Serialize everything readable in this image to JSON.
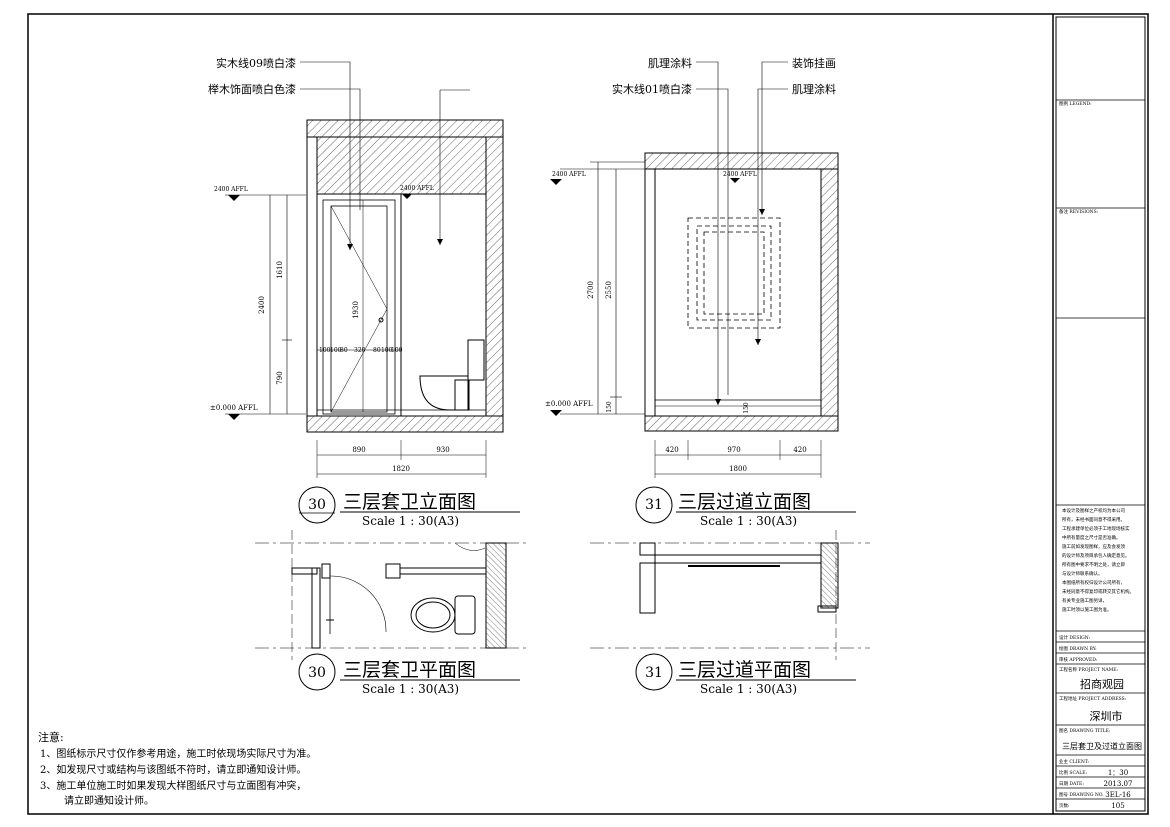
{
  "labels": {
    "m30_l1": "实木线09喷白漆",
    "m30_l2": "榉木饰面喷白色漆",
    "m31_l1": "肌理涂料",
    "m31_l2": "实木线01喷白漆",
    "m31_r1": "装饰挂画",
    "m31_r2": "肌理涂料"
  },
  "dims": {
    "lvl_2400": "2400 AFFL",
    "lvl_0": "±0.000 AFFL",
    "e30_h": [
      "2400",
      "1610",
      "790",
      "1930"
    ],
    "e30_w": [
      "890",
      "930",
      "1820"
    ],
    "e30_door": [
      "100",
      "100",
      "80",
      "320",
      "80",
      "100",
      "100"
    ],
    "e31_h": [
      "2700",
      "2550",
      "150"
    ],
    "e31_w": [
      "420",
      "970",
      "420",
      "1800"
    ],
    "e31_inner": "150"
  },
  "titles": {
    "e30": {
      "num": "30",
      "name": "三层套卫立面图",
      "scale": "Scale 1 : 30(A3)"
    },
    "e31": {
      "num": "31",
      "name": "三层过道立面图",
      "scale": "Scale 1 : 30(A3)"
    },
    "p30": {
      "num": "30",
      "name": "三层套卫平面图",
      "scale": "Scale 1 : 30(A3)"
    },
    "p31": {
      "num": "31",
      "name": "三层过道平面图",
      "scale": "Scale 1 : 30(A3)"
    }
  },
  "notes": {
    "head": "注意:",
    "lines": [
      "1、图纸标示尺寸仅作参考用途，施工时依现场实际尺寸为准。",
      "2、如发现尺寸或结构与该图纸不符时，请立即通知设计师。",
      "3、施工单位施工时如果发现大样图纸尺寸与立面图有冲突，",
      "请立即通知设计师。"
    ]
  },
  "titleblock": {
    "legend": "图例 LEGEND:",
    "revisions": "备注 REVISIONS:",
    "remarks": [
      "本设计及图样之产权均为本公司",
      "所有，未经书面同意不得采用。",
      "工程承建单位必须于工地现场核实",
      "中所有量度之尺寸是否准确。",
      "施工前如发现图样，应及会发须",
      "的设计师及项目承包人确定意见。",
      "所有图中要求不明之处，请立即",
      "与设计师联系确认。",
      "本图纸所有权归设计公司所有，",
      "未经同意不得复印或转交其它机构。",
      "有关专业施工图另详，",
      "施工时须以施工图为准。"
    ],
    "design": "设计 DESIGN:",
    "drawn": "绘图 DRAWN BY:",
    "approved": "审核 APPROVED:",
    "project_name_label": "工程名称 PROJECT NAME:",
    "project_name": "招商观园",
    "project_addr_label": "工程地址 PROJECT ADDRESS:",
    "project_addr": "深圳市",
    "drawing_title_label": "图名 DRAWING TITLE:",
    "drawing_title": "三层套卫及过道立面图",
    "client_label": "业主 CLIENT:",
    "scale_label": "比例 SCALE:",
    "scale": "1：30",
    "date_label": "日期 DATE:",
    "date": "2013.07",
    "drawing_no_label": "图号 DRAWING NO.",
    "drawing_no": "3EL-16",
    "page_label": "页数:",
    "page": "105"
  }
}
